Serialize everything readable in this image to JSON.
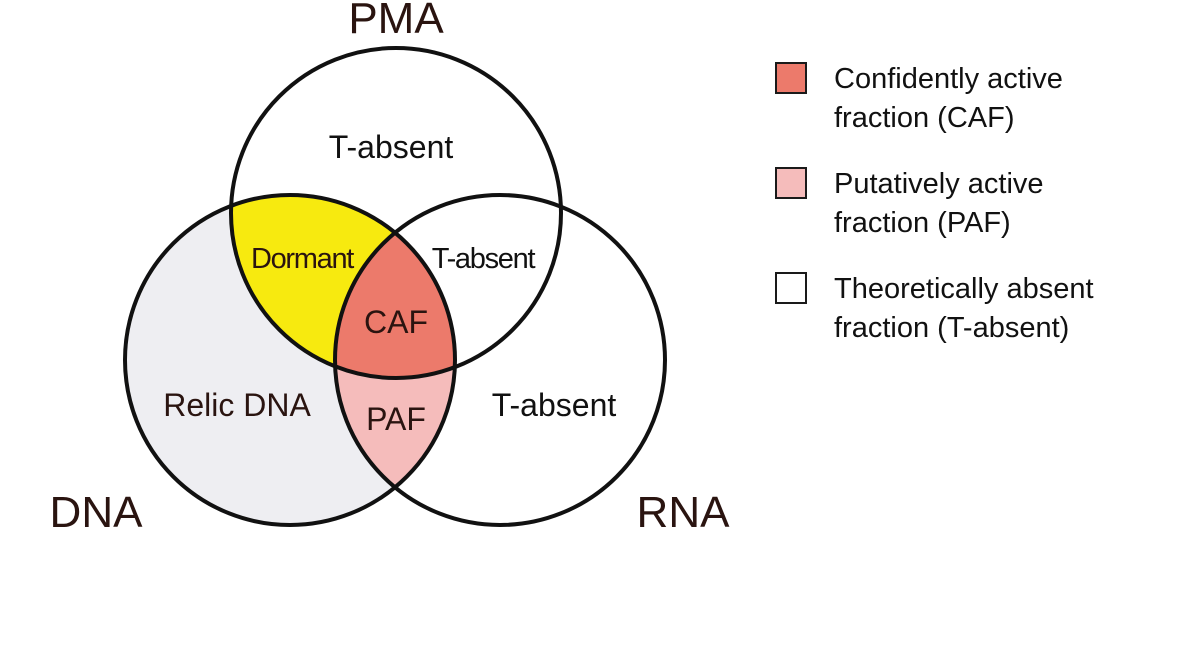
{
  "sets": [
    {
      "id": "pma",
      "label": "PMA"
    },
    {
      "id": "dna",
      "label": "DNA"
    },
    {
      "id": "rna",
      "label": "RNA"
    }
  ],
  "regions": {
    "pma_only": {
      "label": "T-absent",
      "color": "#ffffff",
      "text_color": "#111111"
    },
    "dna_pma": {
      "label": "Dormant",
      "color": "#f7ea0f",
      "text_color": "#2a1410"
    },
    "pma_rna": {
      "label": "T-absent",
      "color": "#ffffff",
      "text_color": "#111111"
    },
    "all_three": {
      "label": "CAF",
      "color": "#ec7a6b",
      "text_color": "#2a1410"
    },
    "dna_only": {
      "label": "Relic DNA",
      "color": "#eeeef2",
      "text_color": "#2a1410"
    },
    "dna_rna": {
      "label": "PAF",
      "color": "#f5bcbb",
      "text_color": "#2a1410"
    },
    "rna_only": {
      "label": "T-absent",
      "color": "#ffffff",
      "text_color": "#111111"
    }
  },
  "legend": [
    {
      "line1": "Confidently active",
      "line2": "fraction (CAF)",
      "color": "#ec7a6b"
    },
    {
      "line1": "Putatively active",
      "line2": "fraction (PAF)",
      "color": "#f5bcbb"
    },
    {
      "line1": "Theoretically absent",
      "line2": "fraction (T-absent)",
      "color": "#ffffff"
    }
  ],
  "outline_color": "#111111"
}
